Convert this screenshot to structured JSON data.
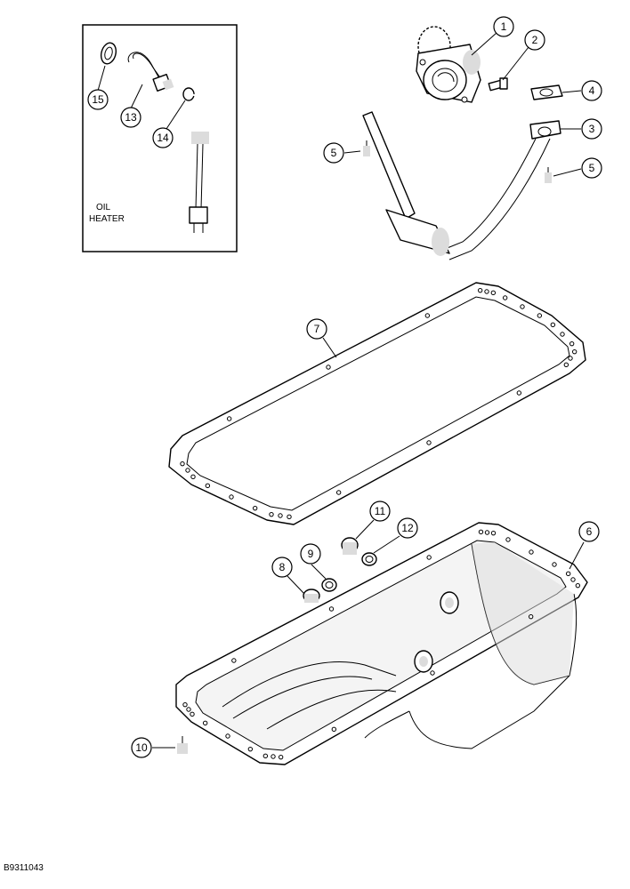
{
  "callouts": [
    {
      "id": "1",
      "label": "1"
    },
    {
      "id": "2",
      "label": "2"
    },
    {
      "id": "3",
      "label": "3"
    },
    {
      "id": "4",
      "label": "4"
    },
    {
      "id": "5a",
      "label": "5"
    },
    {
      "id": "5b",
      "label": "5"
    },
    {
      "id": "6",
      "label": "6"
    },
    {
      "id": "7",
      "label": "7"
    },
    {
      "id": "8",
      "label": "8"
    },
    {
      "id": "9",
      "label": "9"
    },
    {
      "id": "10",
      "label": "10"
    },
    {
      "id": "11",
      "label": "11"
    },
    {
      "id": "12",
      "label": "12"
    },
    {
      "id": "13",
      "label": "13"
    },
    {
      "id": "14",
      "label": "14"
    },
    {
      "id": "15",
      "label": "15"
    }
  ],
  "inset": {
    "title_line1": "OIL",
    "title_line2": "HEATER"
  },
  "figure_code": "B9311043"
}
